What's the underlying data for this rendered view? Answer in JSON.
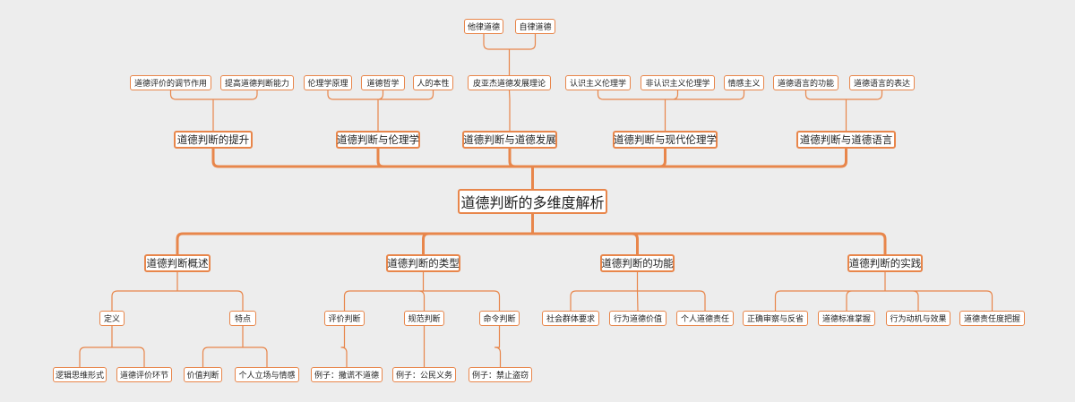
{
  "accent_color": "#e8864b",
  "background_color": "#ededed",
  "root": {
    "label": "道德判断的多维度解析"
  },
  "top_branches": [
    {
      "label": "道德判断的提升",
      "children": [
        {
          "label": "道德评价的调节作用"
        },
        {
          "label": "提高道德判断能力"
        }
      ]
    },
    {
      "label": "道德判断与伦理学",
      "children": [
        {
          "label": "伦理学原理"
        },
        {
          "label": "道德哲学"
        },
        {
          "label": "人的本性"
        }
      ]
    },
    {
      "label": "道德判断与道德发展",
      "children": [
        {
          "label": "皮亚杰道德发展理论",
          "children": [
            {
              "label": "他律道德"
            },
            {
              "label": "自律道德"
            }
          ]
        }
      ]
    },
    {
      "label": "道德判断与现代伦理学",
      "children": [
        {
          "label": "认识主义伦理学"
        },
        {
          "label": "非认识主义伦理学"
        },
        {
          "label": "情感主义"
        }
      ]
    },
    {
      "label": "道德判断与道德语言",
      "children": [
        {
          "label": "道德语言的功能"
        },
        {
          "label": "道德语言的表达"
        }
      ]
    }
  ],
  "bottom_branches": [
    {
      "label": "道德判断概述",
      "children": [
        {
          "label": "定义",
          "children": [
            {
              "label": "逻辑思维形式"
            },
            {
              "label": "道德评价环节"
            }
          ]
        },
        {
          "label": "特点",
          "children": [
            {
              "label": "价值判断"
            },
            {
              "label": "个人立场与情感"
            }
          ]
        }
      ]
    },
    {
      "label": "道德判断的类型",
      "children": [
        {
          "label": "评价判断",
          "children": [
            {
              "label": "例子：撒谎不道德"
            }
          ]
        },
        {
          "label": "规范判断",
          "children": [
            {
              "label": "例子：公民义务"
            }
          ]
        },
        {
          "label": "命令判断",
          "children": [
            {
              "label": "例子：禁止盗窃"
            }
          ]
        }
      ]
    },
    {
      "label": "道德判断的功能",
      "children": [
        {
          "label": "社会群体要求"
        },
        {
          "label": "行为道德价值"
        },
        {
          "label": "个人道德责任"
        }
      ]
    },
    {
      "label": "道德判断的实践",
      "children": [
        {
          "label": "正确审察与反省"
        },
        {
          "label": "道德标准掌握"
        },
        {
          "label": "行为动机与效果"
        },
        {
          "label": "道德责任度把握"
        }
      ]
    }
  ]
}
